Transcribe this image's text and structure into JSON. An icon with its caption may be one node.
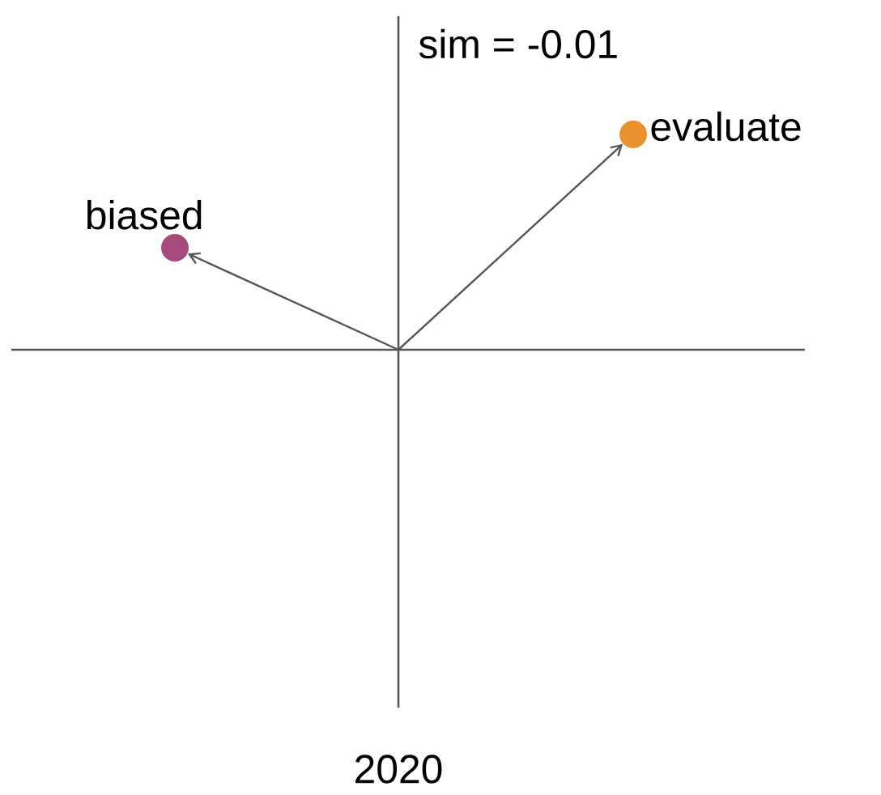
{
  "diagram": {
    "nodes": [
      {
        "text": [
          "biased"
        ]
      },
      {
        "text": [
          "evaluate"
        ]
      }
    ],
    "edges": [
      {
        "from": null,
        "to": 0,
        "arrow": "to"
      },
      {
        "from": null,
        "to": 1,
        "arrow": "to"
      }
    ],
    "labels": [
      "sim = -0.01",
      "2020"
    ]
  }
}
